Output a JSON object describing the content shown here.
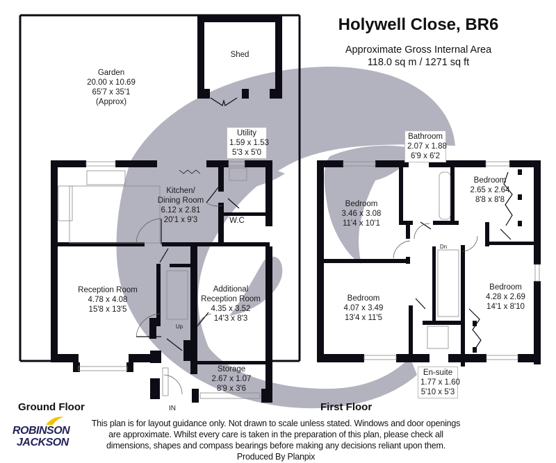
{
  "header": {
    "title": "Holywell Close, BR6",
    "subtitle": "Approximate Gross Internal Area",
    "area": "118.0 sq m / 1271 sq ft"
  },
  "floors": {
    "ground": {
      "label": "Ground Floor",
      "rooms": [
        {
          "name": "Garden",
          "metric": "20.00 x 10.69",
          "imperial": "65'7 x 35'1",
          "note": "(Approx)"
        },
        {
          "name": "Shed"
        },
        {
          "name": "Utility",
          "metric": "1.59 x 1.53",
          "imperial": "5'3 x 5'0"
        },
        {
          "name": "Kitchen/",
          "name2": "Dining Room",
          "metric": "6.12 x 2.81",
          "imperial": "20'1 x 9'3"
        },
        {
          "name": "W.C"
        },
        {
          "name": "Reception Room",
          "metric": "4.78 x 4.08",
          "imperial": "15'8 x 13'5"
        },
        {
          "name": "Additional",
          "name2": "Reception Room",
          "metric": "4.35 x 3.52",
          "imperial": "14'3 x 8'3"
        },
        {
          "name": "Storage",
          "metric": "2.67 x 1.07",
          "imperial": "8'9 x 3'6"
        }
      ],
      "stairs_label": "Up",
      "entrance_label": "IN"
    },
    "first": {
      "label": "First Floor",
      "rooms": [
        {
          "name": "Bathroom",
          "metric": "2.07 x 1.88",
          "imperial": "6'9 x 6'2"
        },
        {
          "name": "Bedroom",
          "metric": "3.46 x 3.08",
          "imperial": "11'4 x 10'1"
        },
        {
          "name": "Bedroom",
          "metric": "2.65 x 2.64",
          "imperial": "8'8 x 8'8"
        },
        {
          "name": "Bedroom",
          "metric": "4.07 x 3.49",
          "imperial": "13'4 x 11'5"
        },
        {
          "name": "Bedroom",
          "metric": "4.28 x 2.69",
          "imperial": "14'1 x 8'10"
        },
        {
          "name": "En-suite",
          "metric": "1.77 x 1.60",
          "imperial": "5'10 x 5'3"
        }
      ],
      "stairs_label": "Dn"
    }
  },
  "footer": {
    "disclaimer": [
      "This plan is for layout guidance only. Not drawn to scale unless stated. Windows and door openings",
      "are approximate. Whilst every care is taken in the preparation of this plan, please check all",
      "dimensions, shapes and compass bearings before making any decisions reliant upon them.",
      "Produced By Planpix"
    ],
    "logo": {
      "line1": "ROBINSON",
      "line2": "JACKSON",
      "swoosh_color": "#f2c200",
      "text_color": "#23235a"
    }
  },
  "colors": {
    "wall": "#0d0b14",
    "watermark": "#b3b2bf",
    "line": "#888888"
  }
}
